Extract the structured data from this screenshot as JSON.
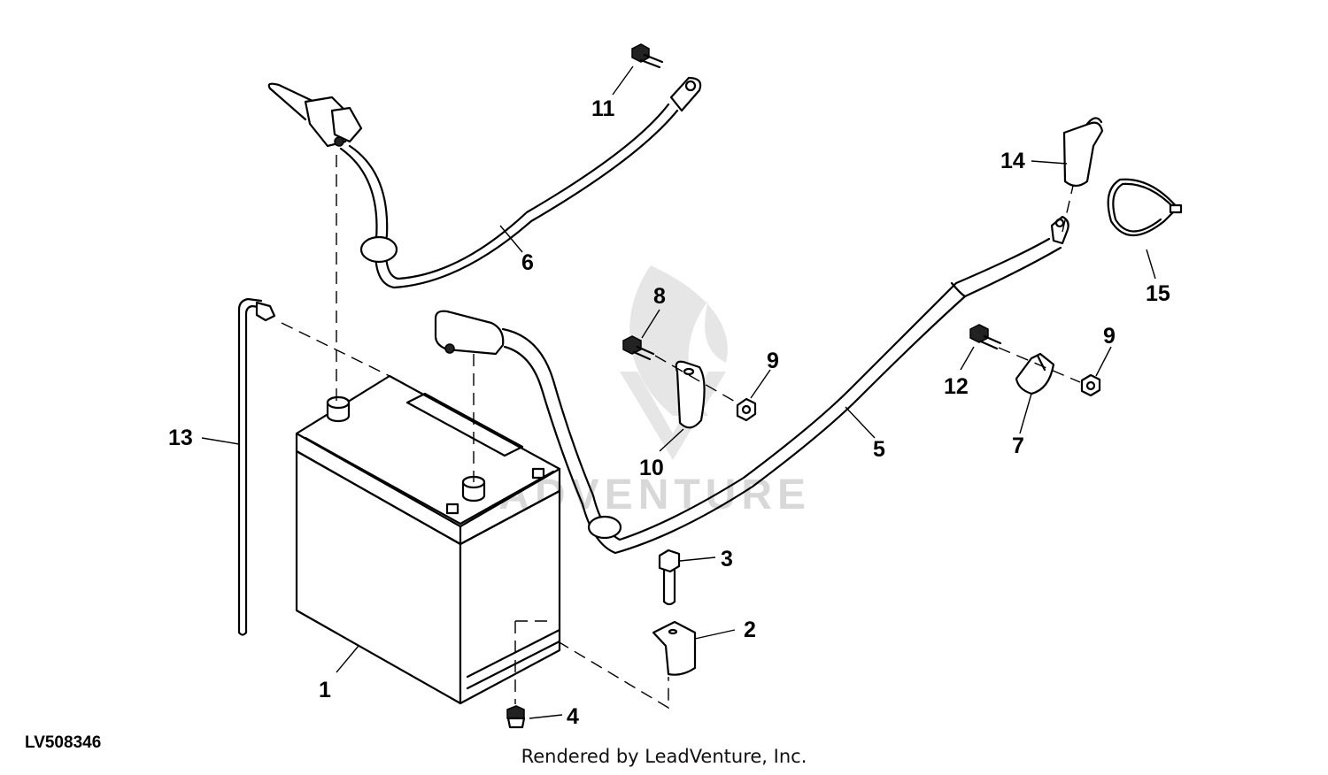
{
  "diagram": {
    "callouts": {
      "c1": "1",
      "c2": "2",
      "c3": "3",
      "c4": "4",
      "c5": "5",
      "c6": "6",
      "c7": "7",
      "c8": "8",
      "c9a": "9",
      "c9b": "9",
      "c10": "10",
      "c11": "11",
      "c12": "12",
      "c13": "13",
      "c14": "14",
      "c15": "15"
    },
    "watermark_text": "LEADVENTURE"
  },
  "footer": {
    "figure_id": "LV508346",
    "credit": "Rendered by LeadVenture, Inc."
  }
}
